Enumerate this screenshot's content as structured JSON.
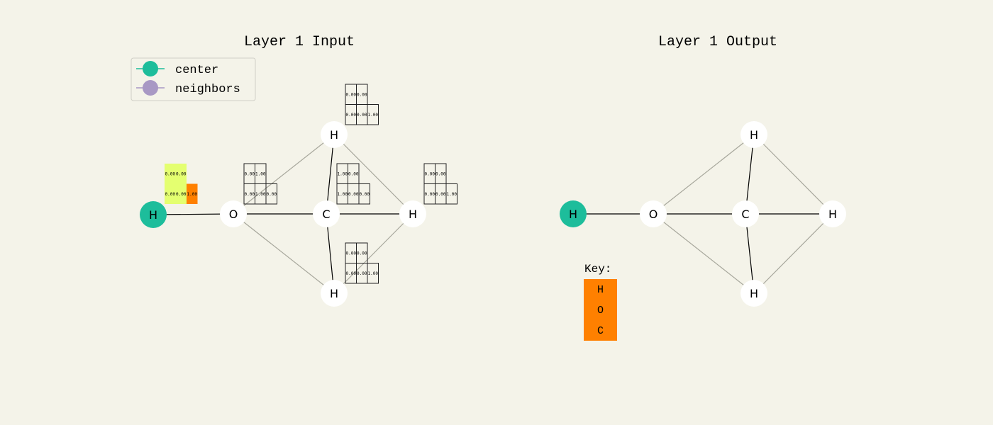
{
  "left_panel": {
    "title": "Layer 1 Input",
    "legend": [
      {
        "label": "center",
        "color": "#1dbd9b"
      },
      {
        "label": "neighbors",
        "color": "#a898c4"
      }
    ],
    "nodes": [
      {
        "id": "h1",
        "label": "H",
        "role": "center"
      },
      {
        "id": "o",
        "label": "O",
        "role": "neighbor"
      },
      {
        "id": "c",
        "label": "C",
        "role": "neighbor"
      },
      {
        "id": "ht",
        "label": "H",
        "role": "neighbor"
      },
      {
        "id": "hb",
        "label": "H",
        "role": "neighbor"
      },
      {
        "id": "hr",
        "label": "H",
        "role": "neighbor"
      }
    ],
    "edges": [
      {
        "from": "h1",
        "to": "o",
        "style": "bond"
      },
      {
        "from": "o",
        "to": "c",
        "style": "bond"
      },
      {
        "from": "c",
        "to": "hr",
        "style": "bond"
      },
      {
        "from": "c",
        "to": "ht",
        "style": "bond"
      },
      {
        "from": "c",
        "to": "hb",
        "style": "bond"
      },
      {
        "from": "o",
        "to": "ht",
        "style": "faint"
      },
      {
        "from": "o",
        "to": "hb",
        "style": "faint"
      },
      {
        "from": "ht",
        "to": "hr",
        "style": "faint"
      },
      {
        "from": "hb",
        "to": "hr",
        "style": "faint"
      }
    ],
    "feature_grids": [
      {
        "node": "h1",
        "highlight": true,
        "top": [
          "0.00",
          "0.00"
        ],
        "bottom": [
          "0.00",
          "0.00",
          "1.00"
        ]
      },
      {
        "node": "o",
        "highlight": false,
        "top": [
          "0.00",
          "1.00"
        ],
        "bottom": [
          "0.00",
          "1.00",
          "0.00"
        ]
      },
      {
        "node": "ht",
        "highlight": false,
        "top": [
          "0.00",
          "0.00"
        ],
        "bottom": [
          "0.00",
          "0.00",
          "1.00"
        ]
      },
      {
        "node": "c",
        "highlight": false,
        "top": [
          "1.00",
          "0.00"
        ],
        "bottom": [
          "1.00",
          "0.00",
          "0.00"
        ]
      },
      {
        "node": "hr",
        "highlight": false,
        "top": [
          "0.00",
          "0.00"
        ],
        "bottom": [
          "0.00",
          "0.00",
          "1.00"
        ]
      },
      {
        "node": "hb",
        "highlight": false,
        "top": [
          "0.00",
          "0.00"
        ],
        "bottom": [
          "0.00",
          "0.00",
          "1.00"
        ]
      }
    ]
  },
  "right_panel": {
    "title": "Layer 1 Output",
    "nodes": [
      {
        "id": "h1",
        "label": "H",
        "role": "center"
      },
      {
        "id": "o",
        "label": "O",
        "role": "neighbor"
      },
      {
        "id": "c",
        "label": "C",
        "role": "neighbor"
      },
      {
        "id": "ht",
        "label": "H",
        "role": "neighbor"
      },
      {
        "id": "hb",
        "label": "H",
        "role": "neighbor"
      },
      {
        "id": "hr",
        "label": "H",
        "role": "neighbor"
      }
    ],
    "edges": [
      {
        "from": "h1",
        "to": "o",
        "style": "bond"
      },
      {
        "from": "o",
        "to": "c",
        "style": "bond"
      },
      {
        "from": "c",
        "to": "hr",
        "style": "bond"
      },
      {
        "from": "c",
        "to": "ht",
        "style": "bond"
      },
      {
        "from": "c",
        "to": "hb",
        "style": "bond"
      },
      {
        "from": "o",
        "to": "ht",
        "style": "faint"
      },
      {
        "from": "o",
        "to": "hb",
        "style": "faint"
      },
      {
        "from": "ht",
        "to": "hr",
        "style": "faint"
      },
      {
        "from": "hb",
        "to": "hr",
        "style": "faint"
      }
    ],
    "key": {
      "title": "Key:",
      "items": [
        "H",
        "O",
        "C"
      ],
      "color": "#ff8000"
    }
  },
  "colors": {
    "background": "#f4f3e9",
    "center": "#1dbd9b",
    "neighbor_node": "#ffffff",
    "bond": "#000000",
    "faint": "#a7a79c",
    "highlight_cell": "#e4ff70",
    "highlight_last": "#ff8000"
  }
}
